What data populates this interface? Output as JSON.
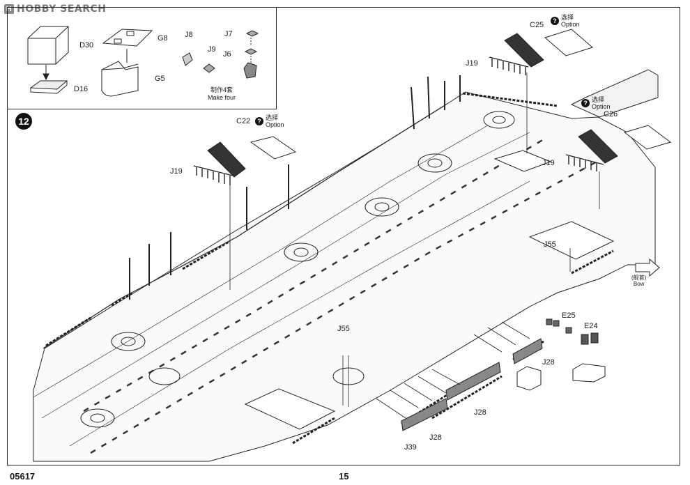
{
  "watermark": {
    "logo": "H",
    "text": "HOBBY SEARCH"
  },
  "step": {
    "number": "12"
  },
  "inset": {
    "labels": {
      "d30": "D30",
      "d16": "D16",
      "g8": "G8",
      "g5": "G5",
      "j8": "J8",
      "j9": "J9",
      "j7": "J7",
      "j6": "J6"
    },
    "note_cn": "制作4套",
    "note_en": "Make four"
  },
  "main": {
    "labels": {
      "c22": "C22",
      "c25": "C25",
      "c26": "C26",
      "j19_a": "J19",
      "j19_b": "J19",
      "j19_c": "J19",
      "j55_a": "J55",
      "j55_b": "J55",
      "e25": "E25",
      "e24": "E24",
      "j28_a": "J28",
      "j28_b": "J28",
      "j28_c": "J28",
      "j39": "J39"
    },
    "option_icon": "?",
    "option_cn": "选择",
    "option_en": "Option",
    "bow_cn": "(舰首)",
    "bow_en": "Bow"
  },
  "footer": {
    "code": "05617",
    "page": "15"
  },
  "icons": {
    "option": "question-circle-icon",
    "bow": "bow-arrow-icon"
  }
}
